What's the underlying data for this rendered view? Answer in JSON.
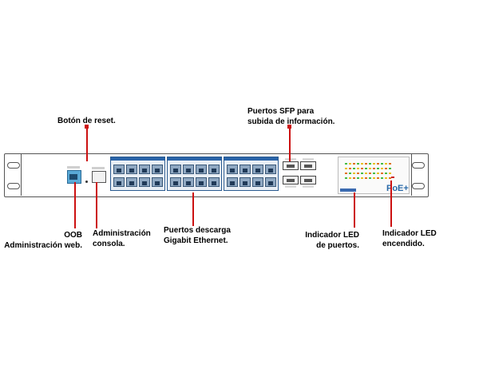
{
  "labels": {
    "reset": "Botón de reset.",
    "sfp_line1": "Puertos SFP para",
    "sfp_line2": "subida de información.",
    "oob_line1": "OOB",
    "oob_line2": "Administración web.",
    "console_line1": "Administración",
    "console_line2": "consola.",
    "gigabit_line1": "Puertos descarga",
    "gigabit_line2": "Gigabit Ethernet.",
    "port_led_line1": "Indicador LED",
    "port_led_line2": "de puertos.",
    "power_led_line1": "Indicador LED",
    "power_led_line2": "encendido."
  },
  "colors": {
    "leader": "#cc1111",
    "rj45": "#8fa8c2",
    "bank_trim": "#2a64a8"
  },
  "device": {
    "badge": "PoE+",
    "led_colors": [
      "#44bb44",
      "#e8c020",
      "#e07020"
    ]
  }
}
